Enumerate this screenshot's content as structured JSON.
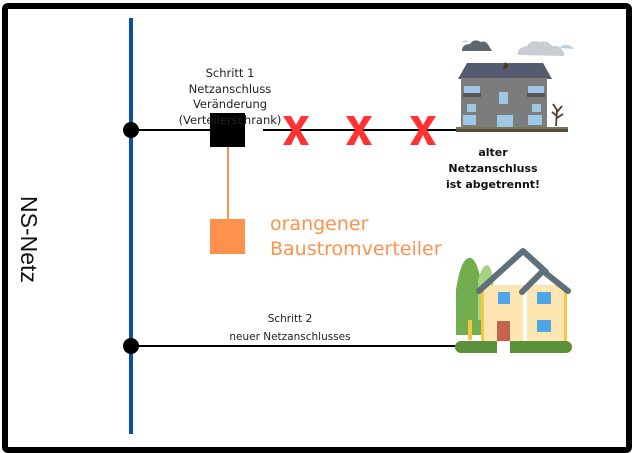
{
  "diagram": {
    "grid_label": "NS-Netz",
    "step1": {
      "title": "Schritt 1",
      "line2": "Netzanschluss Veränderung",
      "line3": "(Verteilerschrank)"
    },
    "step2": {
      "title": "Schritt 2",
      "line2": "neuer Netzanschlusses"
    },
    "orange_box": {
      "line1": "orangener",
      "line2": "Baustromverteiler"
    },
    "old_connection": {
      "line1": "alter",
      "line2": "Netzanschluss",
      "line3": "ist abgetrennt!"
    },
    "disconnect_marks": 3,
    "colors": {
      "grid_line": "#0a4fb0",
      "cut_mark": "#ff3131",
      "orange": "#ff914d",
      "cabinet": "#000000"
    }
  }
}
